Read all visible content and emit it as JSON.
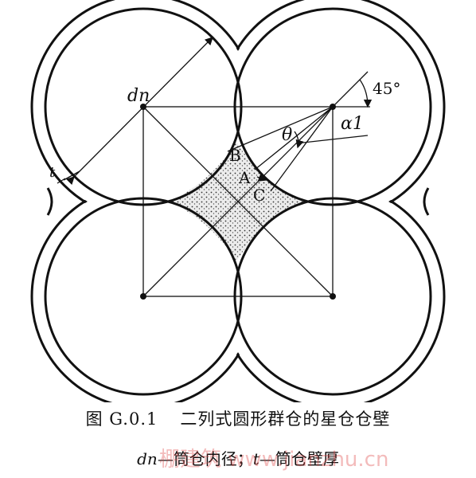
{
  "figure": {
    "labels": {
      "dn": "dn",
      "t": "t",
      "angle45": "45°",
      "theta": "θ",
      "alpha1": "α1",
      "A": "A",
      "B": "B",
      "C": "C"
    },
    "colors": {
      "line": "#111111",
      "fill": "#ffffff",
      "stipple": "#d8d8d8"
    }
  },
  "caption": {
    "figure_number": "图 G.0.1",
    "title": "二列式圆形群仓的星仓仓壁"
  },
  "legend": {
    "dn_symbol": "dn",
    "dn_text": "—筒仓内径；",
    "t_symbol": "t",
    "t_text": "—筒仓壁厚"
  },
  "watermark": "棚建筑 www.jianzhu.cn"
}
